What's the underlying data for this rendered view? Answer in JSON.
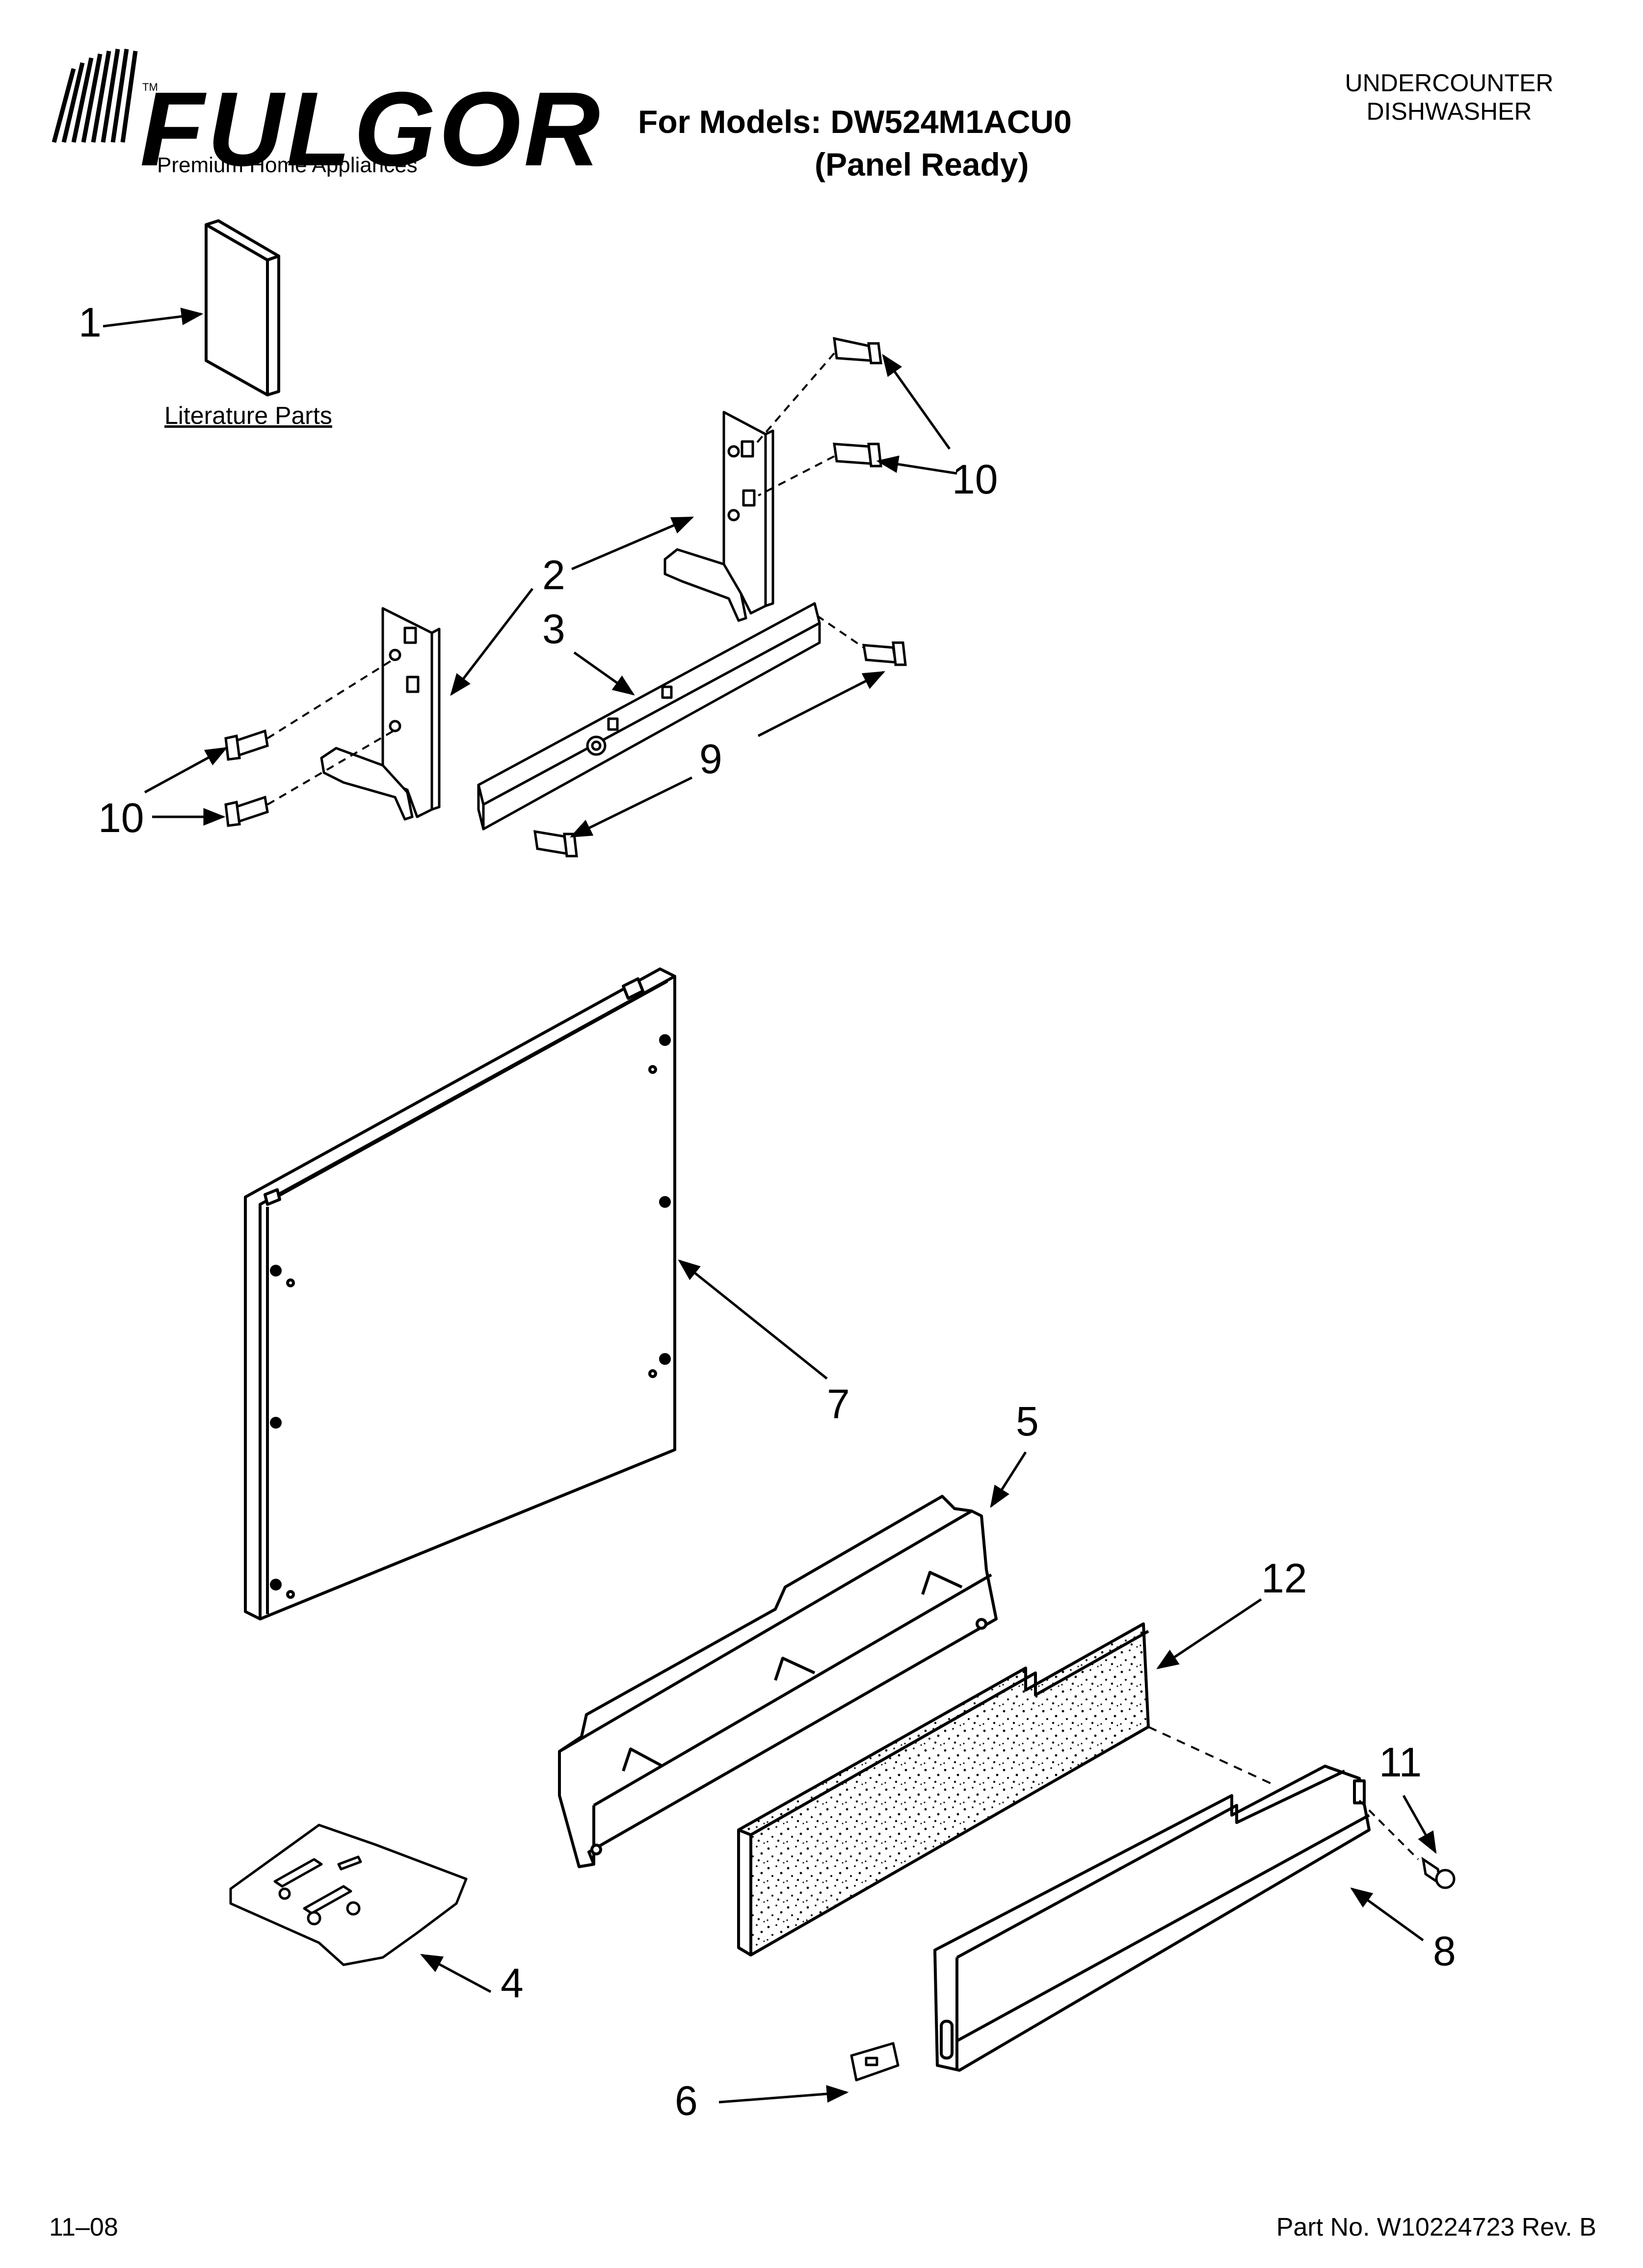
{
  "header": {
    "brand": "FULGOR",
    "brand_tm": "TM",
    "tagline": "Premium Home Appliances",
    "models_line": "For Models: DW524M1ACU0",
    "variant": "(Panel Ready)",
    "product_line1": "UNDERCOUNTER",
    "product_line2": "DISHWASHER"
  },
  "diagram": {
    "literature_label": "Literature Parts",
    "callouts": {
      "c1": "1",
      "c2": "2",
      "c3": "3",
      "c4": "4",
      "c5": "5",
      "c6": "6",
      "c7": "7",
      "c8": "8",
      "c9": "9",
      "c10a": "10",
      "c10b": "10",
      "c11": "11",
      "c12": "12"
    }
  },
  "footer": {
    "date_code": "11–08",
    "part_number": "Part No. W10224723 Rev. B"
  }
}
